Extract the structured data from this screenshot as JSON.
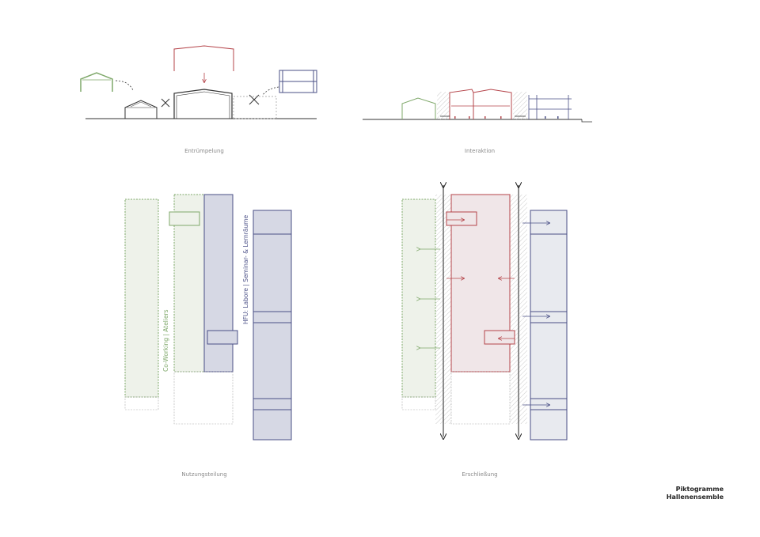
{
  "captions": {
    "entruempelung": "Entrümpelung",
    "interaktion": "Interaktion",
    "nutzungsteilung": "Nutzungsteilung",
    "erschliessung": "Erschließung"
  },
  "labels": {
    "coworking": "Co-Working | Ateliers",
    "hfu": "HFU: Labore | Seminar- & Lernräume"
  },
  "title": {
    "line1": "Piktogramme",
    "line2": "Hallenensemble"
  },
  "colors": {
    "green": "#7fa86a",
    "green_fill": "#eef2ea",
    "red": "#b5444a",
    "red_fill": "#f0e6e8",
    "blue": "#4a4f86",
    "blue_fill": "#d6d8e4",
    "blue_fill_light": "#e8eaef",
    "line": "#333333"
  }
}
